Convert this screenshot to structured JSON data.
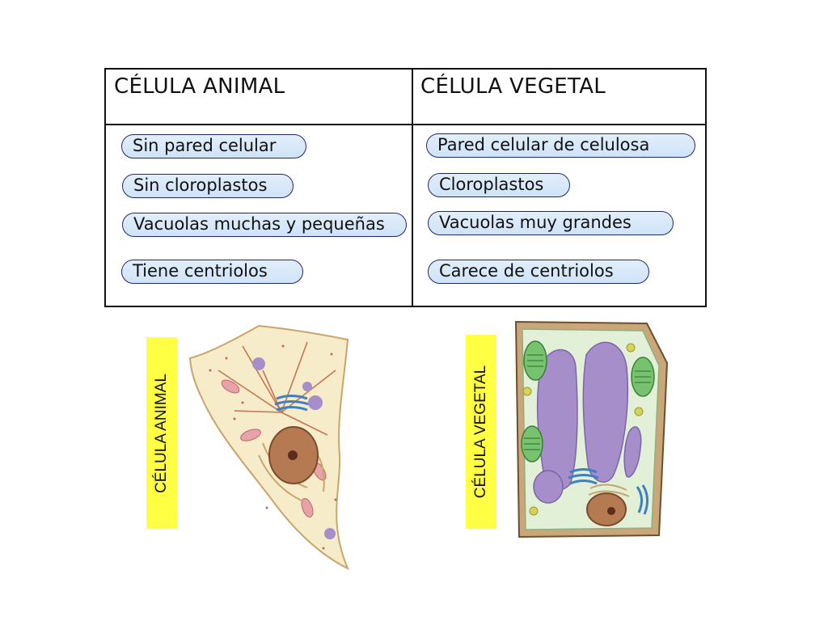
{
  "table": {
    "headers": [
      "CÉLULA ANIMAL",
      "CÉLULA VEGETAL"
    ],
    "animal": [
      "Sin pared celular",
      "Sin cloroplastos",
      "Vacuolas muchas y pequeñas",
      "Tiene centriolos"
    ],
    "plant": [
      "Pared celular de celulosa",
      "Cloroplastos",
      "Vacuolas muy grandes",
      "Carece de centriolos"
    ]
  },
  "labels": {
    "animal": "CÉLULA ANIMAL",
    "plant": "CÉLULA VEGETAL"
  },
  "colors": {
    "pill_fill": "#d6e7f8",
    "pill_border": "#1f2a6b",
    "label_bg": "#ffff44",
    "animal_cytoplasm": "#f7ecc9",
    "plant_wall": "#c9a779",
    "vacuole": "#a58ec9",
    "nucleus": "#b57a52",
    "chloroplast": "#77c26e"
  },
  "icons": [
    "animal-cell-illustration",
    "plant-cell-illustration"
  ]
}
